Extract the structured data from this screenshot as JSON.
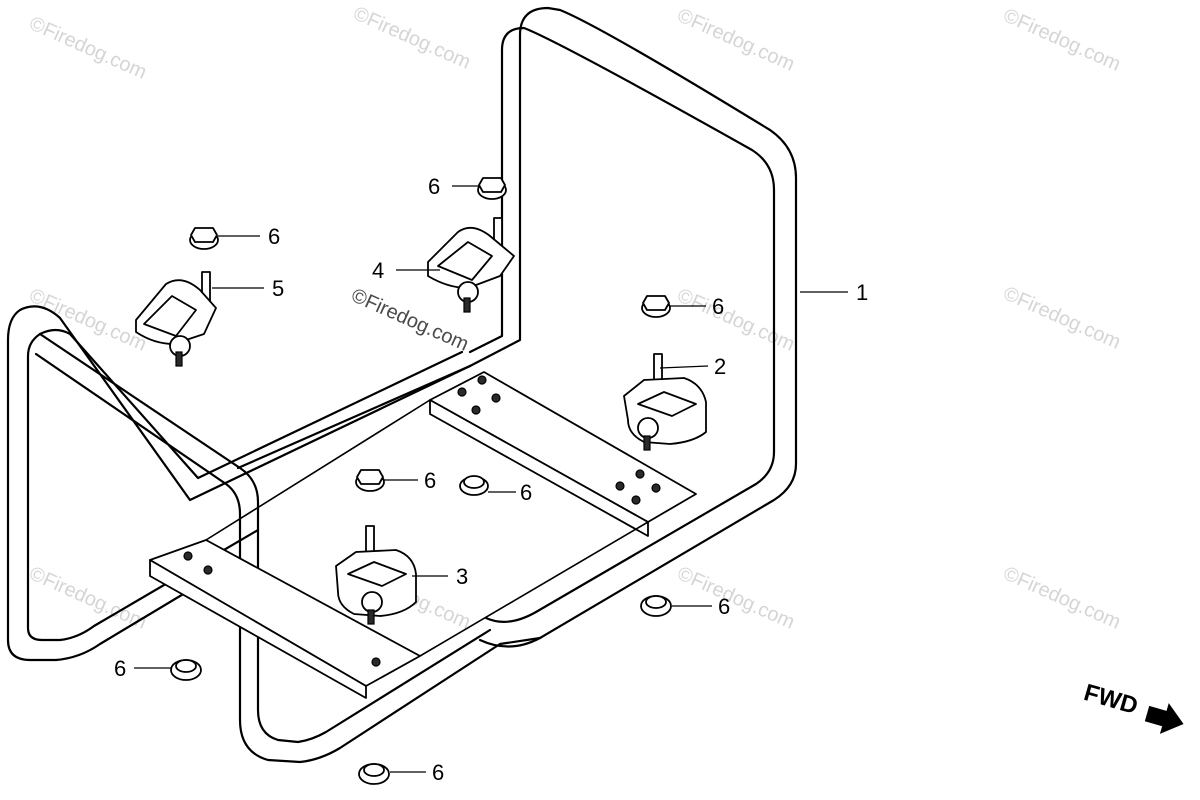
{
  "diagram": {
    "callouts": {
      "frame": "1",
      "mount_a": "2",
      "mount_b": "3",
      "mount_c": "4",
      "mount_d": "5",
      "nut": "6"
    },
    "watermark": "©Firedog.com",
    "direction_label": "FWD"
  }
}
